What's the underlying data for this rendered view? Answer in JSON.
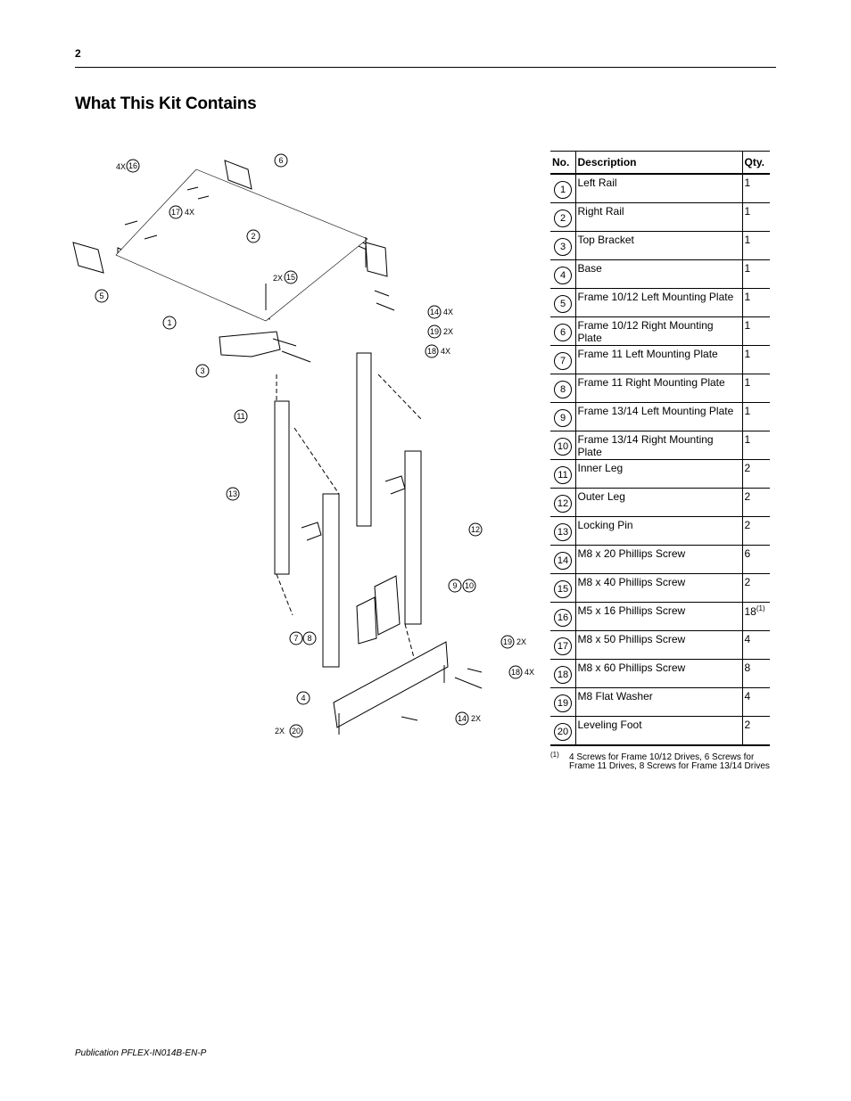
{
  "page": {
    "number": "2",
    "heading": "What This Kit Contains",
    "publication": "Publication PFLEX-IN014B-EN-P"
  },
  "table": {
    "headers": {
      "no": "No.",
      "description": "Description",
      "qty": "Qty."
    },
    "rows": [
      {
        "no": "1",
        "description": "Left Rail",
        "qty": "1"
      },
      {
        "no": "2",
        "description": "Right Rail",
        "qty": "1"
      },
      {
        "no": "3",
        "description": "Top Bracket",
        "qty": "1"
      },
      {
        "no": "4",
        "description": "Base",
        "qty": "1"
      },
      {
        "no": "5",
        "description": "Frame 10/12 Left Mounting Plate",
        "qty": "1"
      },
      {
        "no": "6",
        "description": "Frame 10/12 Right Mounting Plate",
        "qty": "1"
      },
      {
        "no": "7",
        "description": "Frame 11 Left Mounting Plate",
        "qty": "1"
      },
      {
        "no": "8",
        "description": "Frame 11 Right Mounting Plate",
        "qty": "1"
      },
      {
        "no": "9",
        "description": "Frame 13/14 Left Mounting Plate",
        "qty": "1"
      },
      {
        "no": "10",
        "description": "Frame 13/14 Right Mounting Plate",
        "qty": "1"
      },
      {
        "no": "11",
        "description": "Inner Leg",
        "qty": "2"
      },
      {
        "no": "12",
        "description": "Outer Leg",
        "qty": "2"
      },
      {
        "no": "13",
        "description": "Locking Pin",
        "qty": "2"
      },
      {
        "no": "14",
        "description": "M8 x 20 Phillips Screw",
        "qty": "6"
      },
      {
        "no": "15",
        "description": "M8 x 40 Phillips Screw",
        "qty": "2"
      },
      {
        "no": "16",
        "description": "M5 x 16 Phillips Screw",
        "qty": "18",
        "qty_note": "(1)"
      },
      {
        "no": "17",
        "description": "M8 x 50 Phillips Screw",
        "qty": "4"
      },
      {
        "no": "18",
        "description": "M8 x 60 Phillips Screw",
        "qty": "8"
      },
      {
        "no": "19",
        "description": "M8 Flat Washer",
        "qty": "4"
      },
      {
        "no": "20",
        "description": "Leveling Foot",
        "qty": "2"
      }
    ]
  },
  "footnote": {
    "mark": "(1)",
    "text": "4 Screws for Frame 10/12 Drives, 6 Screws for Frame 11 Drives, 8 Screws for Frame 13/14 Drives"
  },
  "diagram": {
    "callouts": [
      {
        "no": "16",
        "mult": "4X"
      },
      {
        "no": "6",
        "mult": ""
      },
      {
        "no": "17",
        "mult": "4X"
      },
      {
        "no": "2",
        "mult": ""
      },
      {
        "no": "5",
        "mult": ""
      },
      {
        "no": "15",
        "mult": "2X"
      },
      {
        "no": "1",
        "mult": ""
      },
      {
        "no": "14",
        "mult": "4X"
      },
      {
        "no": "19",
        "mult": "2X"
      },
      {
        "no": "18",
        "mult": "4X"
      },
      {
        "no": "3",
        "mult": ""
      },
      {
        "no": "11",
        "mult": ""
      },
      {
        "no": "13",
        "mult": ""
      },
      {
        "no": "12",
        "mult": ""
      },
      {
        "no": "9",
        "mult": ""
      },
      {
        "no": "10",
        "mult": ""
      },
      {
        "no": "7",
        "mult": ""
      },
      {
        "no": "8",
        "mult": ""
      },
      {
        "no": "19",
        "mult": "2X"
      },
      {
        "no": "18",
        "mult": "4X"
      },
      {
        "no": "4",
        "mult": ""
      },
      {
        "no": "14",
        "mult": "2X"
      },
      {
        "no": "20",
        "mult": "2X"
      }
    ]
  }
}
